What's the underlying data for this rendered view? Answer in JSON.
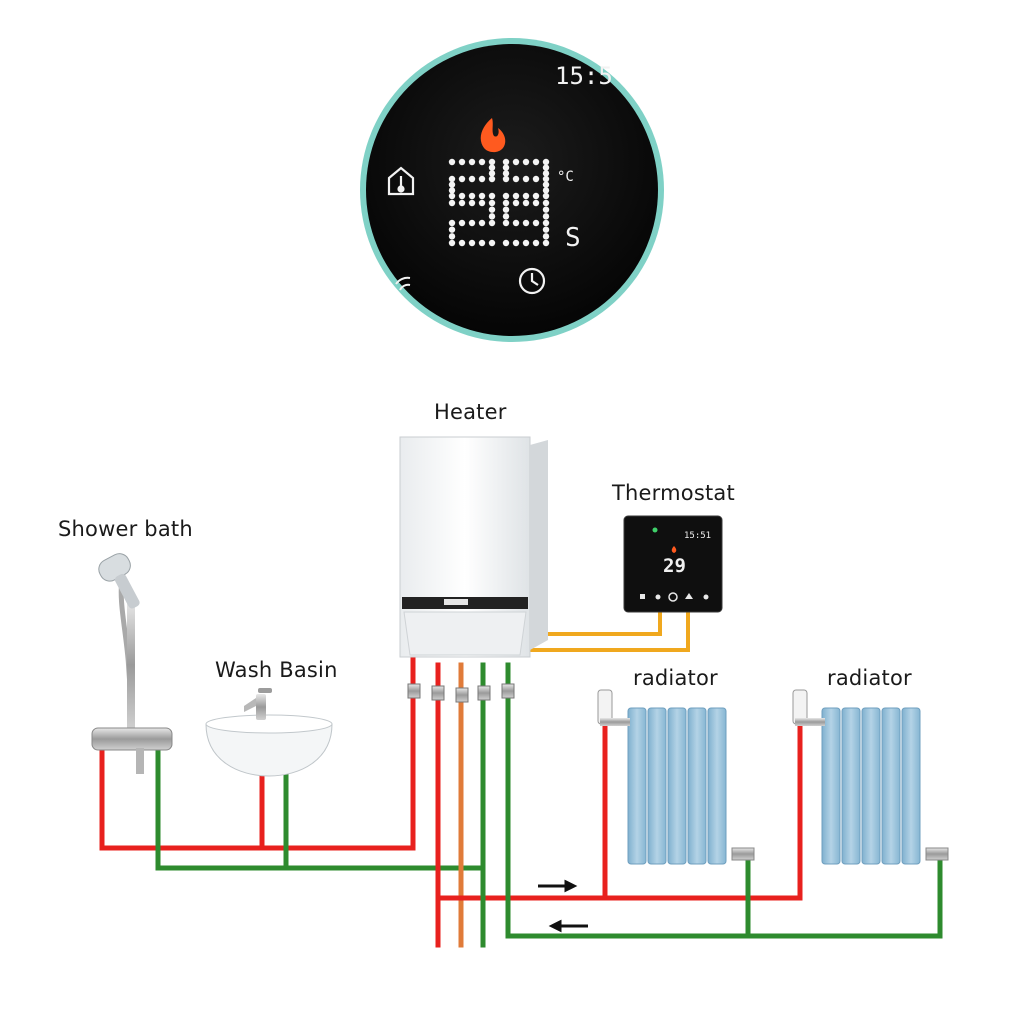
{
  "labels": {
    "heater": "Heater",
    "thermostat": "Thermostat",
    "shower": "Shower bath",
    "basin": "Wash Basin",
    "radiator_left": "radiator",
    "radiator_right": "radiator"
  },
  "display": {
    "temp_value": "29",
    "temp_unit": "°C",
    "set_value": "29",
    "set_suffix": "S",
    "clock_value": "15:5",
    "mini_clock_value": "15:51",
    "mode_icons": [
      "home-thermometer-icon",
      "clock-icon",
      "wifi-icon",
      "flame-icon"
    ]
  },
  "colors": {
    "hot_pipe": "#e8211e",
    "return_pipe": "#2e8b2e",
    "gas_pipe": "#e07b39",
    "signal_wire": "#f0a81e",
    "display_bezel": "#7fd1c6",
    "display_face": "#0d0d0d",
    "flame": "#ff5a1f",
    "radiator": "#9cc3dc"
  }
}
